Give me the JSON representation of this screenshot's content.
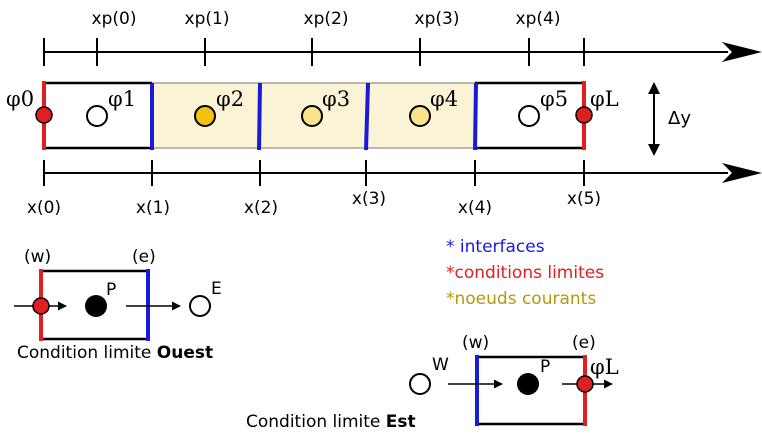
{
  "top_axis": {
    "labels": [
      "xp(0)",
      "xp(1)",
      "xp(2)",
      "xp(3)",
      "xp(4)"
    ]
  },
  "bottom_axis": {
    "labels": [
      "x(0)",
      "x(1)",
      "x(2)",
      "x(3)",
      "x(4)",
      "x(5)"
    ]
  },
  "cells": {
    "phi_labels": [
      "φ0",
      "φ1",
      "φ2",
      "φ3",
      "φ4",
      "φ5",
      "φL"
    ]
  },
  "dy_label": "Δy",
  "legend": {
    "interfaces": "* interfaces",
    "boundary": "*conditions limites",
    "nodes": "*noeuds courants"
  },
  "west_example": {
    "w_label": "(w)",
    "e_label": "(e)",
    "p_label": "P",
    "e_node_label": "E",
    "caption_prefix": "Condition limite ",
    "caption_bold": "Ouest"
  },
  "east_example": {
    "w_label": "(w)",
    "e_label": "(e)",
    "p_label": "P",
    "w_node_label": "W",
    "phi_label": "φL",
    "caption_prefix": "Condition limite ",
    "caption_bold": "Est"
  },
  "colors": {
    "interface": "#1a1adb",
    "boundary": "#e02020",
    "node_fill_dark": "#f4c20d",
    "node_fill_light": "#fae38c",
    "cell_fill": "#fbf3d5",
    "legend_nodes": "#b8960c"
  }
}
